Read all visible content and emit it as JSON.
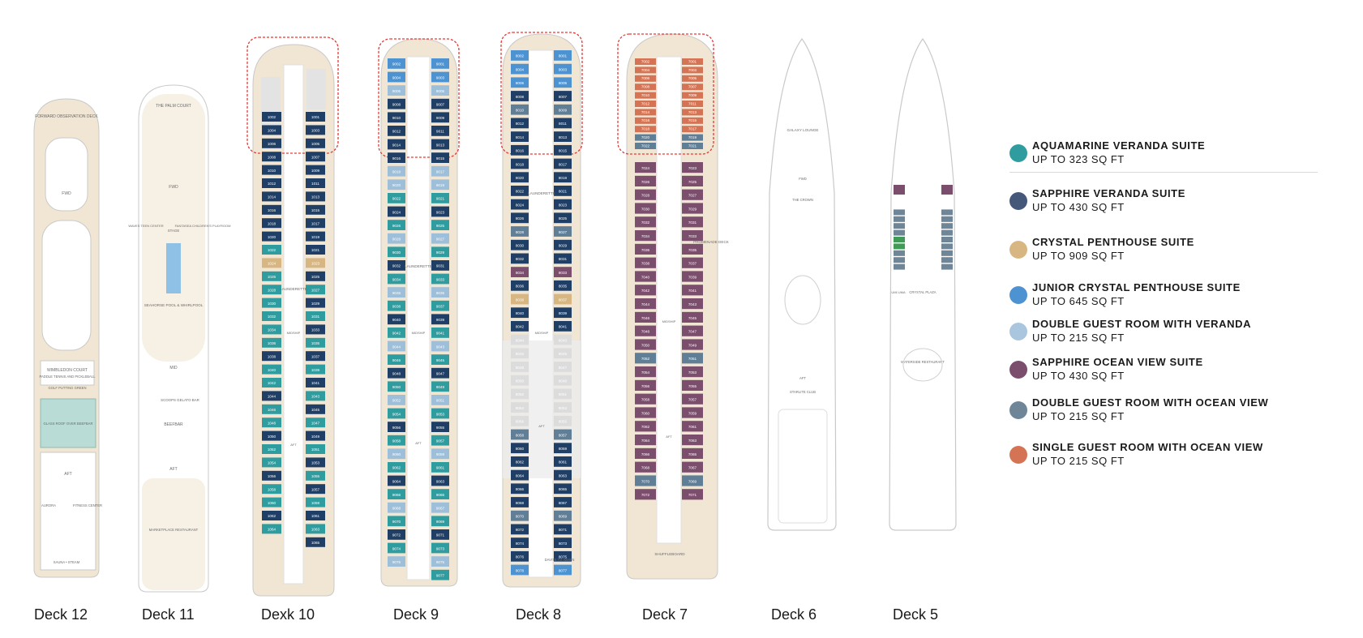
{
  "colors": {
    "aquamarine_veranda": "#2f9da0",
    "sapphire_veranda": "#1f3f66",
    "crystal_penthouse": "#d8b682",
    "junior_crystal_penthouse": "#4d93d2",
    "double_veranda": "#9dbfd9",
    "sapphire_ocean_view": "#7a4e6c",
    "double_ocean_view": "#607e96",
    "single_ocean_view": "#d57455",
    "deck_fill": "#f1e6d3",
    "deck_outline": "#c9c9c9",
    "highlight": "#e53935",
    "grey_cabin": "#dcdcdc"
  },
  "decks": [
    {
      "label": "Deck 12"
    },
    {
      "label": "Deck 11"
    },
    {
      "label": "Dexk 10"
    },
    {
      "label": "Deck 9"
    },
    {
      "label": "Deck 8"
    },
    {
      "label": "Deck 7"
    },
    {
      "label": "Deck 6"
    },
    {
      "label": "Deck 5"
    }
  ],
  "legend": [
    {
      "name": "AQUAMARINE VERANDA SUITE",
      "size": "UP TO 323 SQ FT",
      "color": "#2f9da0"
    },
    {
      "name": "SAPPHIRE VERANDA SUITE",
      "size": "UP TO 430 SQ FT",
      "color": "#46587a"
    },
    {
      "name": "CRYSTAL PENTHOUSE SUITE",
      "size": "UP TO 909 SQ FT",
      "color": "#d8b682"
    },
    {
      "name": "JUNIOR CRYSTAL PENTHOUSE SUITE",
      "size": "UP TO 645 SQ FT",
      "color": "#4d93d2"
    },
    {
      "name": "DOUBLE GUEST ROOM WITH VERANDA",
      "size": "UP TO 215 SQ FT",
      "color": "#a9c6de"
    },
    {
      "name": "SAPPHIRE OCEAN VIEW SUITE",
      "size": "UP TO 430 SQ FT",
      "color": "#7a4e6c"
    },
    {
      "name": "DOUBLE GUEST ROOM WITH OCEAN VIEW",
      "size": "UP TO 215 SQ FT",
      "color": "#6f8699"
    },
    {
      "name": "SINGLE GUEST ROOM WITH OCEAN VIEW",
      "size": "UP TO 215 SQ FT",
      "color": "#d57455"
    }
  ],
  "venues": {
    "deck12": [
      "FORWARD OBSERVATION DECK",
      "FWD",
      "WIMBLEDON COURT",
      "PADDLE TENNIS AND PICKLEBALL",
      "GOLF PUTTING GREEN",
      "GLASS ROOF OVER BEEFBAR",
      "AFT",
      "AURORA",
      "FITNESS CENTER",
      "SAUNA • STEAM"
    ],
    "deck11": [
      "THE PALM COURT",
      "FWD",
      "WAVES TEEN CENTER",
      "FANTASEA CHILDREN'S PLAYROOM",
      "STAGE",
      "SEAHORSE POOL & WHIRLPOOL",
      "MID",
      "SCOOPS GELATO BAR",
      "BEEFBAR",
      "AFT",
      "MARKETPLACE RESTAURANT"
    ],
    "deck10": [
      "LAUNDERETTE",
      "MIDSHIP",
      "AFT"
    ],
    "deck9": [
      "LAUNDERETTE",
      "MIDSHIP",
      "AFT"
    ],
    "deck8": [
      "LAUNDERETTE",
      "MIDSHIP",
      "AFT",
      "DAVITS TO IMMEN"
    ],
    "deck7": [
      "PROMENADE DECK",
      "MIDSHIP",
      "AFT",
      "SHUFFLEBOARD"
    ],
    "deck6": [
      "GALAXY LOUNGE",
      "THE CROWN",
      "FWD",
      "AFT",
      "STARLITE CLUB"
    ],
    "deck5": [
      "CRYSTAL PLAZA",
      "UMI UMA",
      "WATERSIDE RESTAURANT"
    ]
  },
  "cabins": {
    "deck10_left": [
      "1002",
      "1004",
      "1006",
      "1008",
      "1010",
      "1012",
      "1014",
      "1016",
      "1018",
      "1020",
      "1022",
      "1024",
      "1026",
      "1028",
      "1030",
      "1032",
      "1034",
      "1036",
      "1038",
      "1040",
      "1042",
      "1044",
      "1046",
      "1048",
      "1050",
      "1052",
      "1054",
      "1056",
      "1058",
      "1060",
      "1062",
      "1064"
    ],
    "deck10_right": [
      "1001",
      "1003",
      "1005",
      "1007",
      "1009",
      "1011",
      "1013",
      "1015",
      "1017",
      "1019",
      "1021",
      "1023",
      "1025",
      "1027",
      "1029",
      "1031",
      "1033",
      "1035",
      "1037",
      "1039",
      "1041",
      "1043",
      "1045",
      "1047",
      "1049",
      "1051",
      "1053",
      "1055",
      "1057",
      "1059",
      "1061",
      "1063",
      "1065"
    ],
    "deck9_left": [
      "9002",
      "9004",
      "9006",
      "9008",
      "9010",
      "9012",
      "9014",
      "9016",
      "9018",
      "9020",
      "9022",
      "9024",
      "9026",
      "9028",
      "9030",
      "9032",
      "9034",
      "9036",
      "9038",
      "9040",
      "9042",
      "9044",
      "9046",
      "9048",
      "9050",
      "9052",
      "9054",
      "9056",
      "9058",
      "9060",
      "9062",
      "9064",
      "9066",
      "9068",
      "9070",
      "9072",
      "9074",
      "9076"
    ],
    "deck9_right": [
      "9001",
      "9003",
      "9005",
      "9007",
      "9009",
      "9011",
      "9013",
      "9015",
      "9017",
      "9019",
      "9021",
      "9023",
      "9025",
      "9027",
      "9029",
      "9031",
      "9033",
      "9035",
      "9037",
      "9039",
      "9041",
      "9043",
      "9045",
      "9047",
      "9049",
      "9051",
      "9053",
      "9055",
      "9057",
      "9059",
      "9061",
      "9063",
      "9065",
      "9067",
      "9069",
      "9071",
      "9073",
      "9075",
      "9077"
    ]
  }
}
